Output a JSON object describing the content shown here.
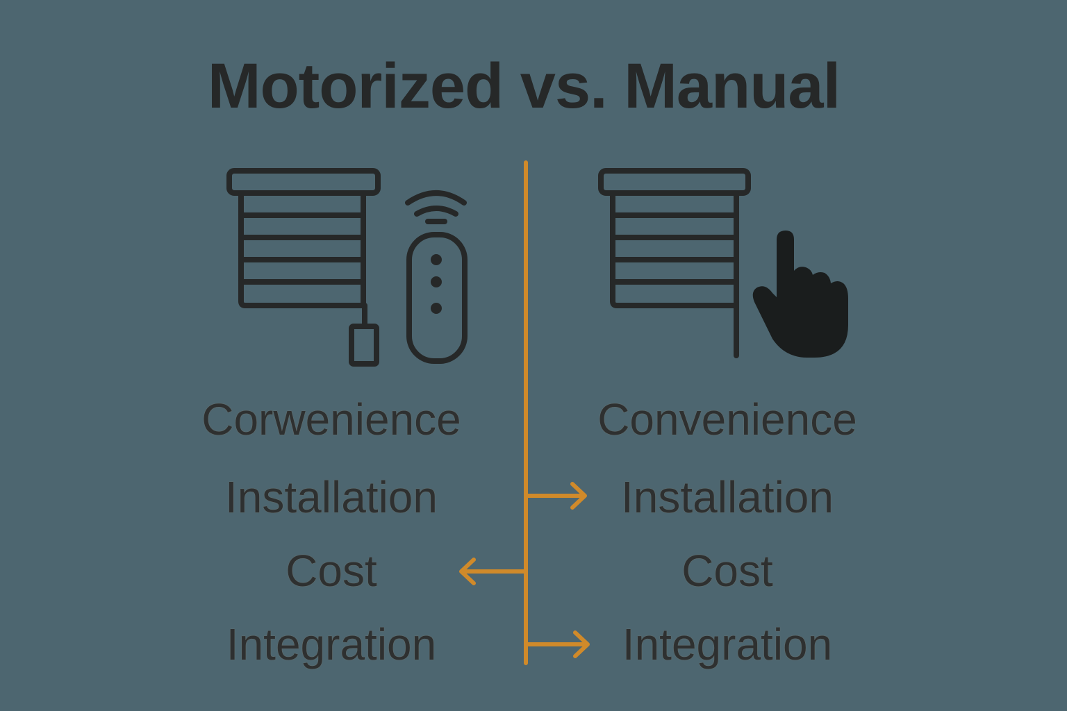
{
  "title": "Motorized vs. Manual",
  "left_column": {
    "heading_icon": "motorized-blind-with-remote-icon",
    "items": [
      "Corwenience",
      "Installation",
      "Cost",
      "Integration"
    ]
  },
  "right_column": {
    "heading_icon": "manual-blind-with-hand-icon",
    "items": [
      "Convenience",
      "Installation",
      "Cost",
      "Integration"
    ]
  },
  "connector": {
    "color": "#d08a2a",
    "arrows": [
      {
        "row": "Installation",
        "direction": "right"
      },
      {
        "row": "Cost",
        "direction": "left"
      },
      {
        "row": "Integration",
        "direction": "right"
      }
    ]
  },
  "colors": {
    "background": "#4d6670",
    "text": "#2a2c2c",
    "accent": "#d08a2a"
  }
}
